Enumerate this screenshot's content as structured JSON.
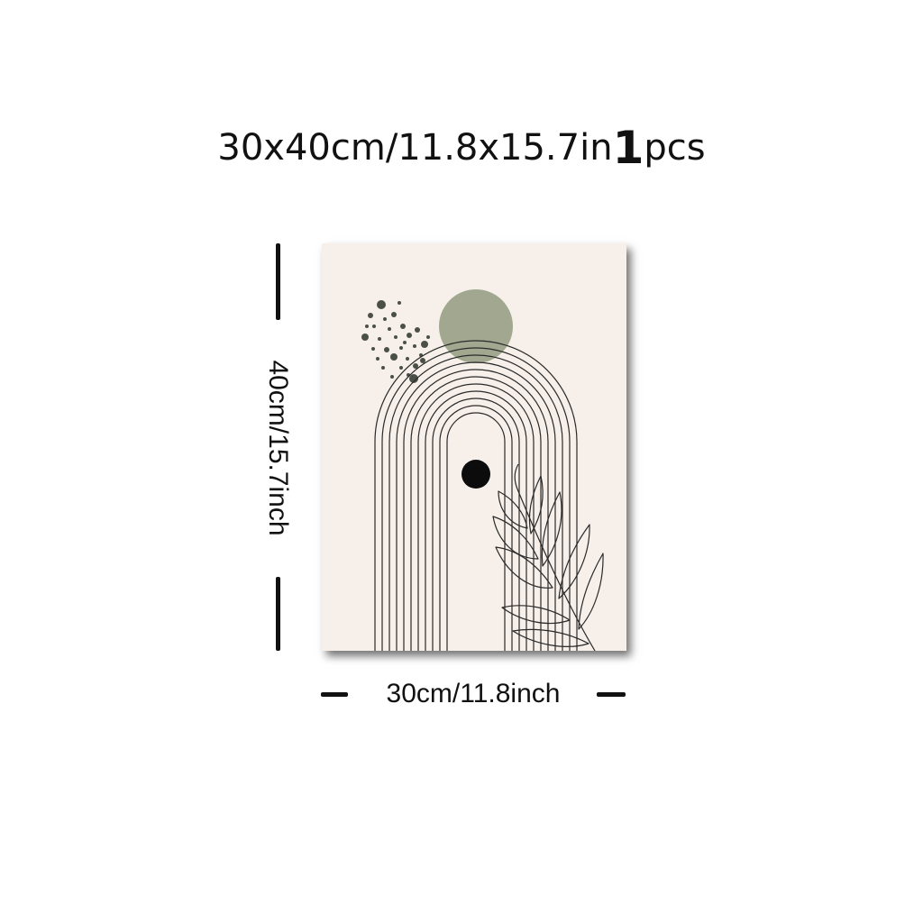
{
  "product": {
    "size_text": "30x40cm/11.8x15.7in",
    "quantity": "1",
    "unit": "pcs"
  },
  "dimensions": {
    "height_label": "40cm/15.7inch",
    "width_label": "30cm/11.8inch"
  },
  "artwork": {
    "background_color": "#f6efea",
    "sun_color": "#a2a88f",
    "dot_color": "#4a5046",
    "line_color": "#2a2a2a",
    "small_sun_color": "#0c0c0c"
  }
}
